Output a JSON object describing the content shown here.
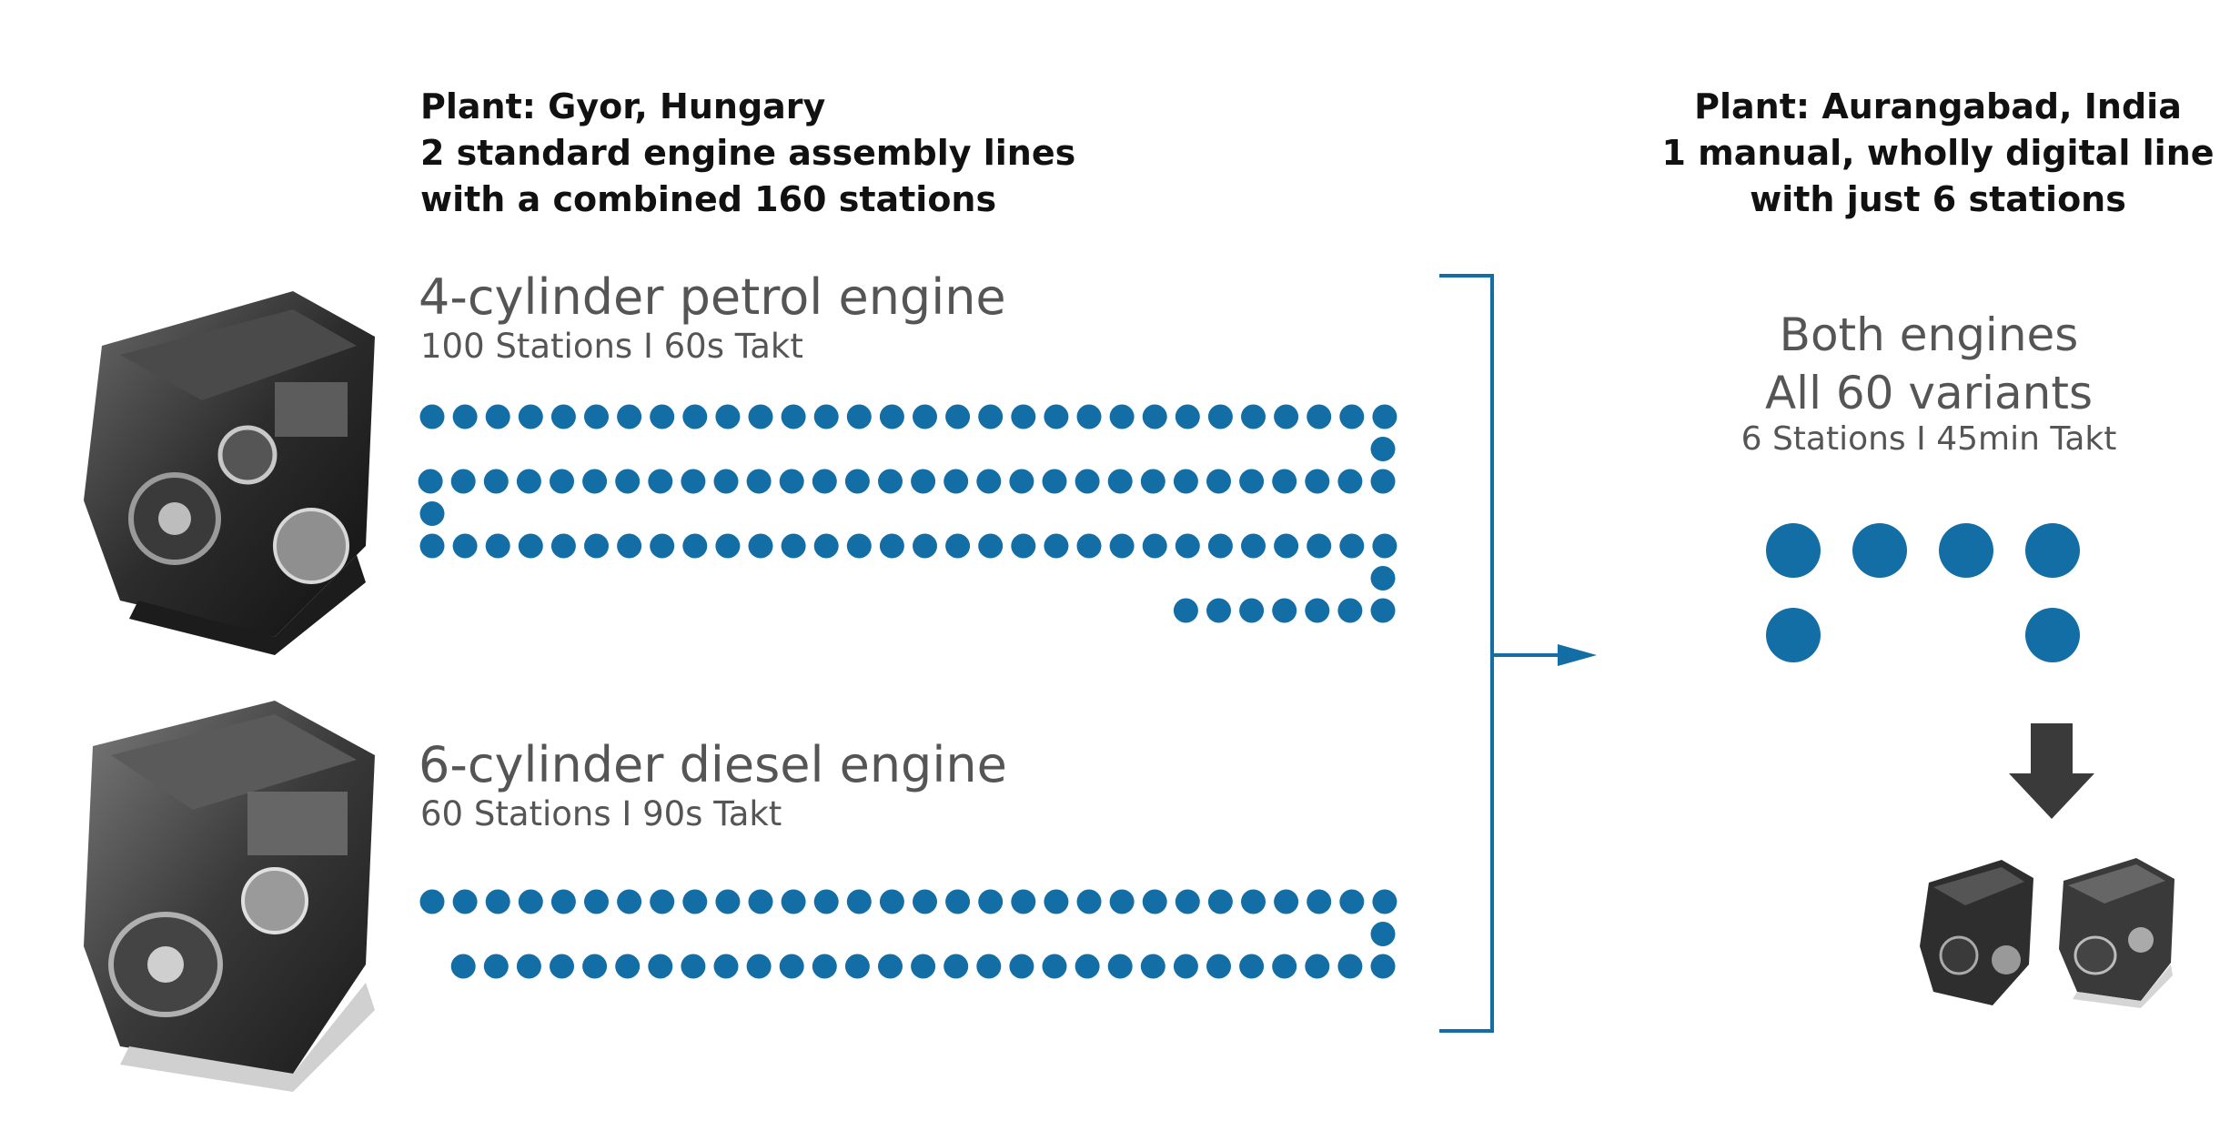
{
  "gyor": {
    "line1": "Plant: Gyor, Hungary",
    "line2": "2 standard engine assembly lines",
    "line3": "with a combined 160 stations"
  },
  "aurangabad": {
    "line1": "Plant: Aurangabad, India",
    "line2": "1 manual, wholly digital line",
    "line3": "with just 6 stations"
  },
  "petrol": {
    "title": "4-cylinder petrol engine",
    "subtitle": "100 Stations I 60s Takt",
    "stations": 100
  },
  "diesel": {
    "title": "6-cylinder diesel engine",
    "subtitle": "60 Stations I 90s Takt",
    "stations": 60
  },
  "combined": {
    "title1": "Both engines",
    "title2": "All 60 variants",
    "subtitle": "6 Stations I 45min Takt",
    "stations": 6
  },
  "colors": {
    "dot": "#146ea6",
    "bracket": "#146ea6",
    "down_arrow": "#3a3a3a"
  }
}
